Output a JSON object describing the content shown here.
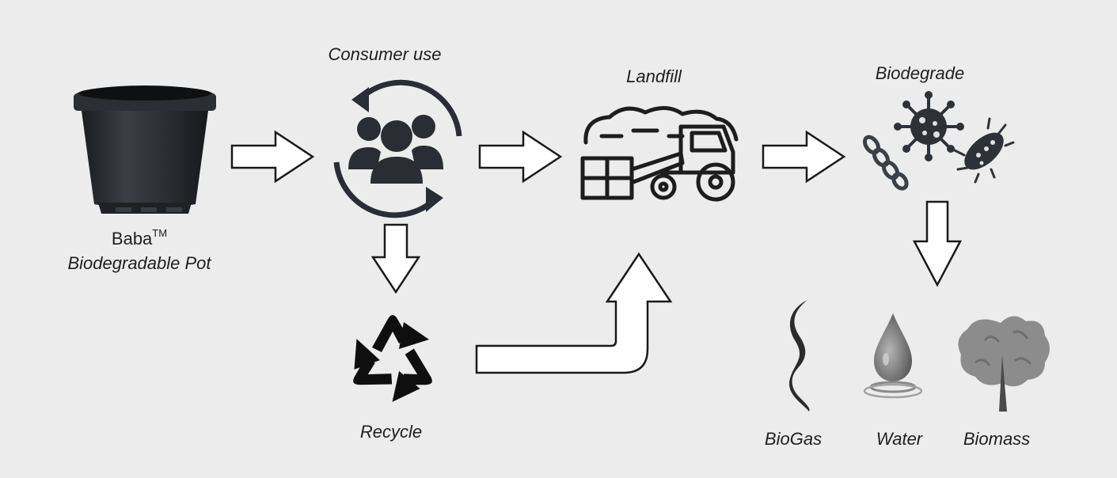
{
  "nodes": {
    "pot": {
      "name": "Baba",
      "trademark": "TM",
      "subtitle": "Biodegradable Pot",
      "icon": "flower-pot-icon"
    },
    "consumer": {
      "label": "Consumer use",
      "icon": "people-cycle-icon"
    },
    "landfill": {
      "label": "Landfill",
      "icon": "bulldozer-landfill-icon"
    },
    "biodegrade": {
      "label": "Biodegrade",
      "icon": "microbes-icon"
    },
    "recycle": {
      "label": "Recycle",
      "icon": "recycle-icon"
    },
    "biogas": {
      "label": "BioGas",
      "icon": "gas-wave-icon"
    },
    "water": {
      "label": "Water",
      "icon": "water-drop-icon"
    },
    "biomass": {
      "label": "Biomass",
      "icon": "tree-icon"
    }
  },
  "edges": [
    {
      "from": "pot",
      "to": "consumer"
    },
    {
      "from": "consumer",
      "to": "landfill"
    },
    {
      "from": "landfill",
      "to": "biodegrade"
    },
    {
      "from": "consumer",
      "to": "recycle"
    },
    {
      "from": "recycle",
      "to": "landfill"
    },
    {
      "from": "biodegrade",
      "to": "products"
    }
  ],
  "colors": {
    "background": "#ececec",
    "icon_dark": "#2a2d33",
    "icon_gray": "#7a7a7a",
    "arrow_fill": "#ffffff",
    "arrow_stroke": "#1a1a1a"
  }
}
